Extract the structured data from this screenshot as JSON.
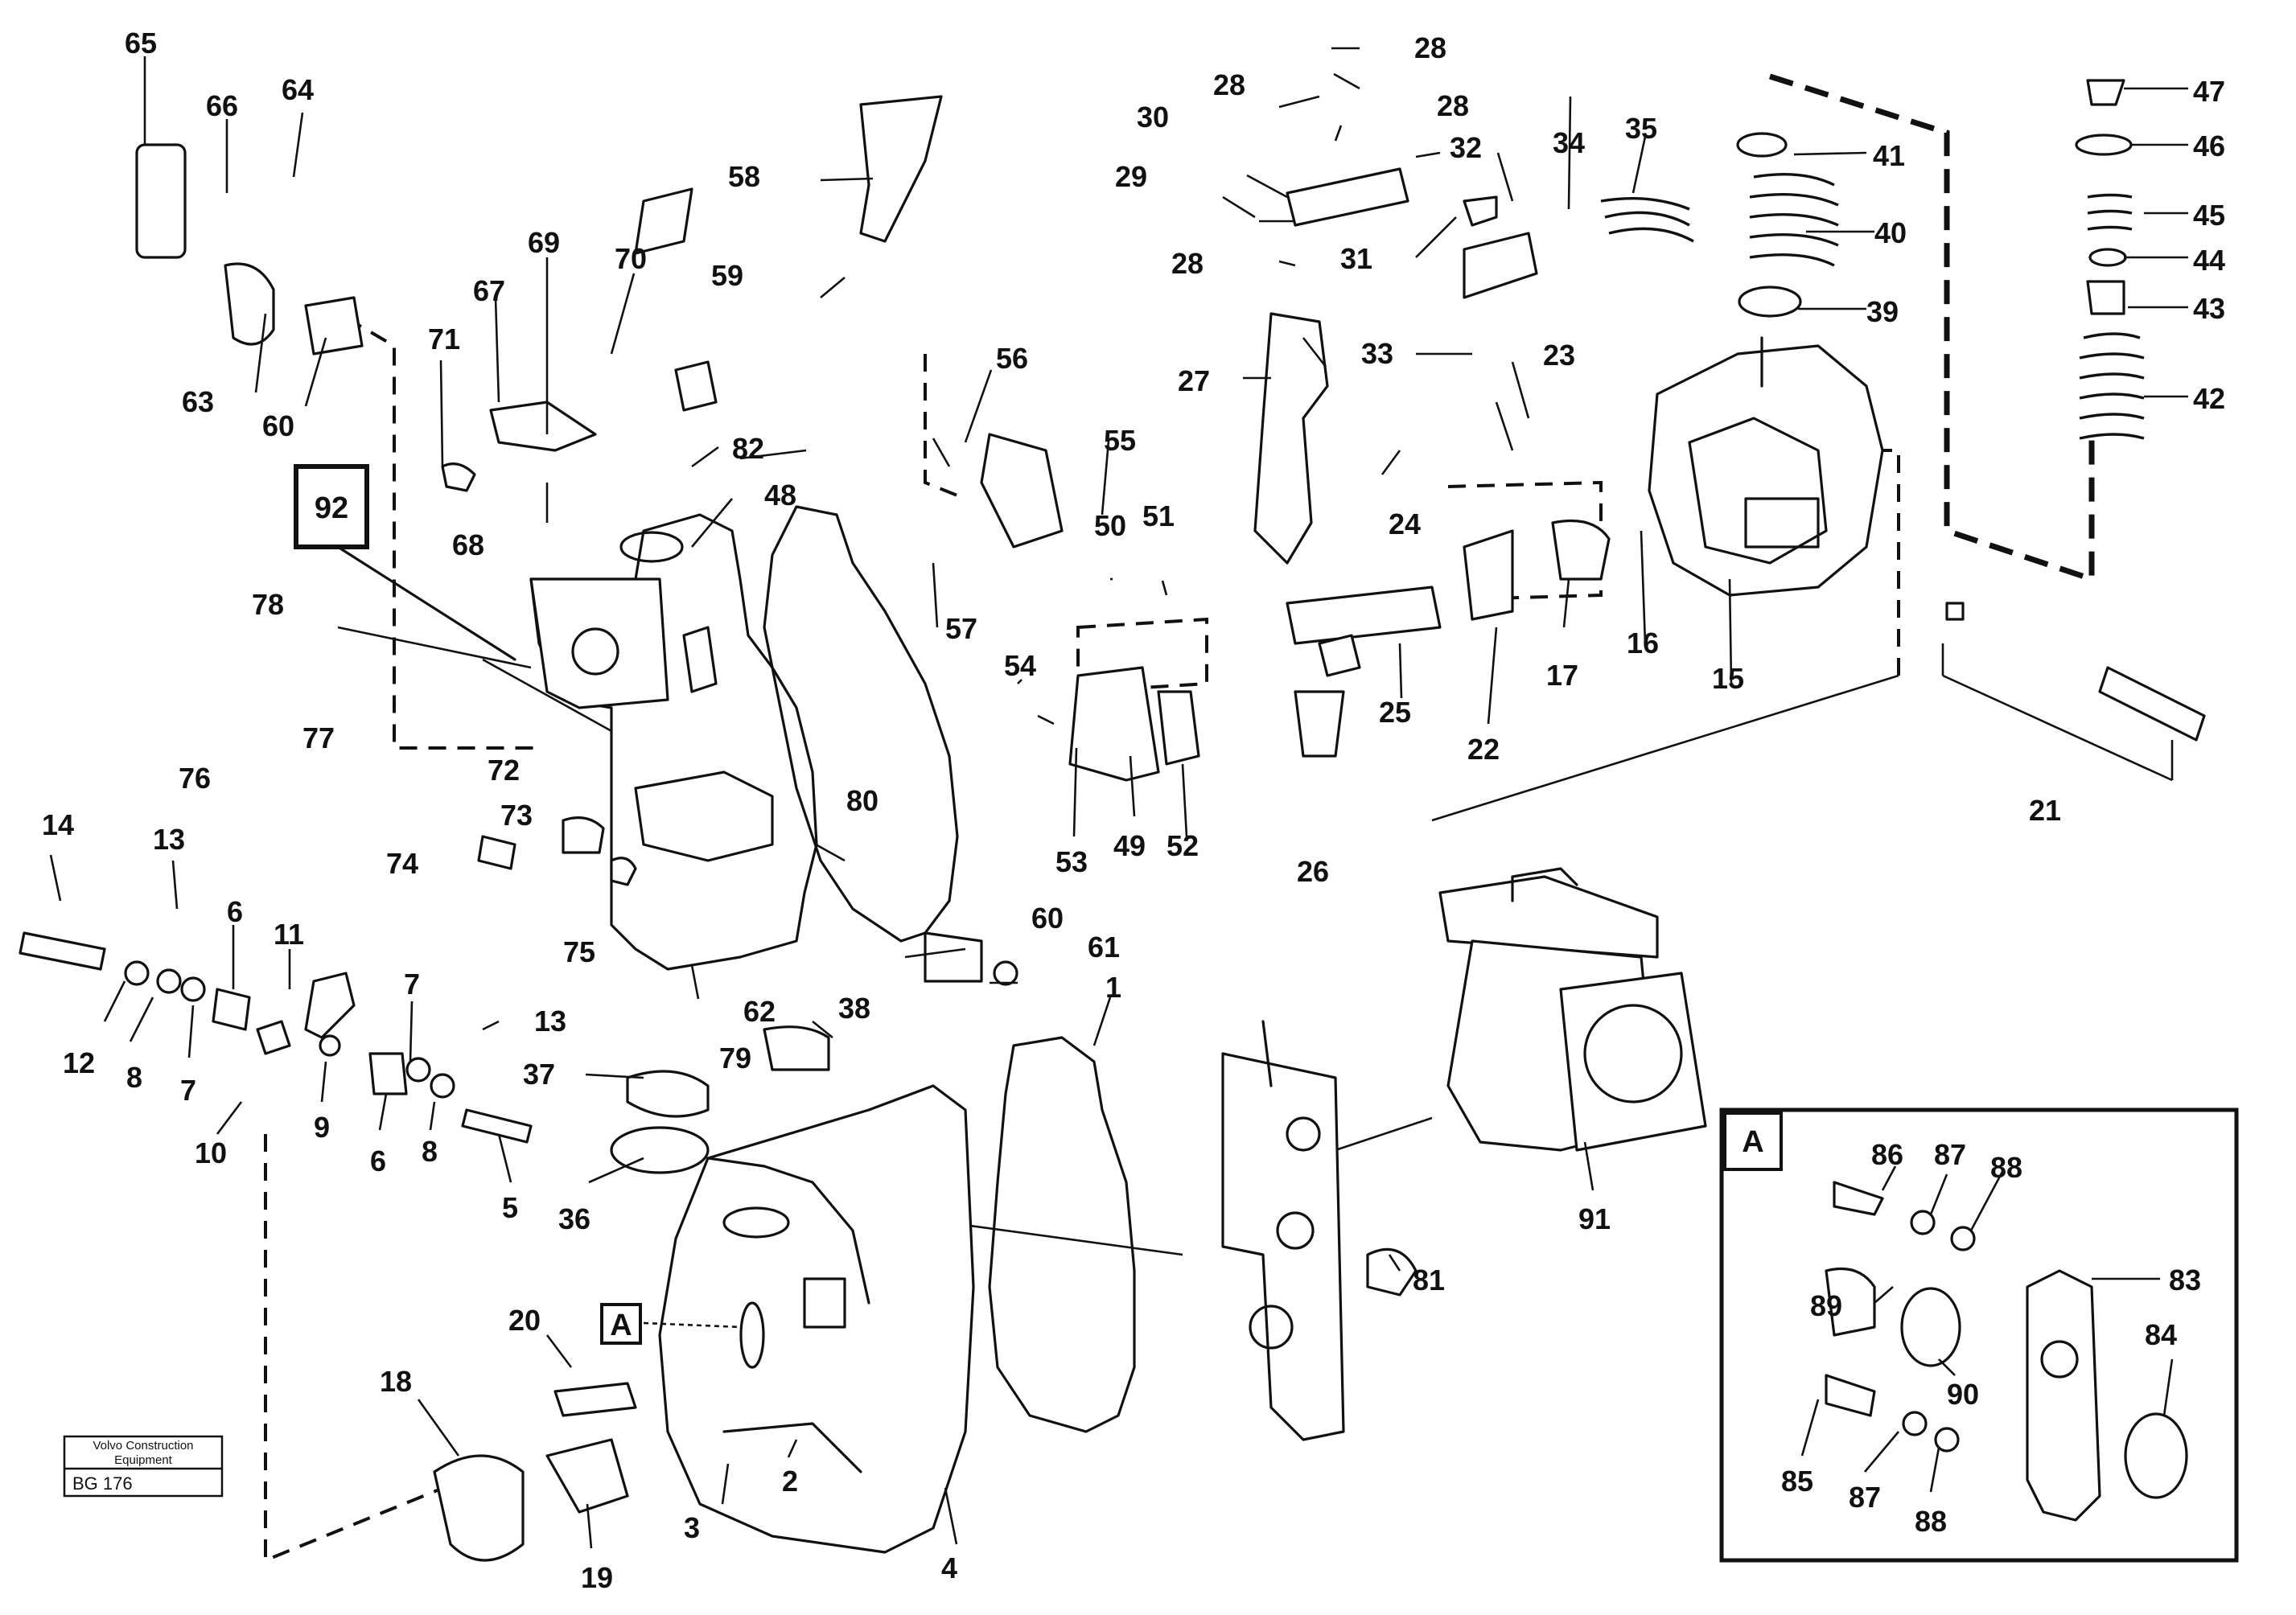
{
  "callouts": {
    "c1": "1",
    "c2": "2",
    "c3": "3",
    "c4": "4",
    "c5": "5",
    "c6a": "6",
    "c6b": "6",
    "c7a": "7",
    "c7b": "7",
    "c8a": "8",
    "c8b": "8",
    "c9": "9",
    "c10": "10",
    "c11": "11",
    "c12": "12",
    "c13a": "13",
    "c13b": "13",
    "c14": "14",
    "c15": "15",
    "c16": "16",
    "c17": "17",
    "c18": "18",
    "c19": "19",
    "c20": "20",
    "c21": "21",
    "c22": "22",
    "c23": "23",
    "c24": "24",
    "c25": "25",
    "c26": "26",
    "c27": "27",
    "c28a": "28",
    "c28b": "28",
    "c28c": "28",
    "c28d": "28",
    "c29": "29",
    "c30": "30",
    "c31": "31",
    "c32": "32",
    "c33": "33",
    "c34": "34",
    "c35": "35",
    "c36": "36",
    "c37": "37",
    "c38": "38",
    "c39": "39",
    "c40": "40",
    "c41": "41",
    "c42": "42",
    "c43": "43",
    "c44": "44",
    "c45": "45",
    "c46": "46",
    "c47": "47",
    "c48": "48",
    "c49": "49",
    "c50": "50",
    "c51": "51",
    "c52": "52",
    "c53": "53",
    "c54": "54",
    "c55": "55",
    "c56": "56",
    "c57": "57",
    "c58": "58",
    "c59": "59",
    "c60a": "60",
    "c60b": "60",
    "c61": "61",
    "c62": "62",
    "c63": "63",
    "c64": "64",
    "c65": "65",
    "c66": "66",
    "c67": "67",
    "c68": "68",
    "c69": "69",
    "c70": "70",
    "c71": "71",
    "c72": "72",
    "c73": "73",
    "c74": "74",
    "c75": "75",
    "c76": "76",
    "c77": "77",
    "c78": "78",
    "c79": "79",
    "c80": "80",
    "c81": "81",
    "c82": "82",
    "c83": "83",
    "c84": "84",
    "c85": "85",
    "c86": "86",
    "c87a": "87",
    "c87b": "87",
    "c88a": "88",
    "c88b": "88",
    "c89": "89",
    "c90": "90",
    "c91": "91"
  },
  "boxed_labels": {
    "ref_92": "92",
    "detail_ref": "A",
    "inset_title": "A"
  },
  "id_block": {
    "publisher_line1": "Volvo Construction",
    "publisher_line2": "Equipment",
    "figure_code": "BG 176"
  }
}
